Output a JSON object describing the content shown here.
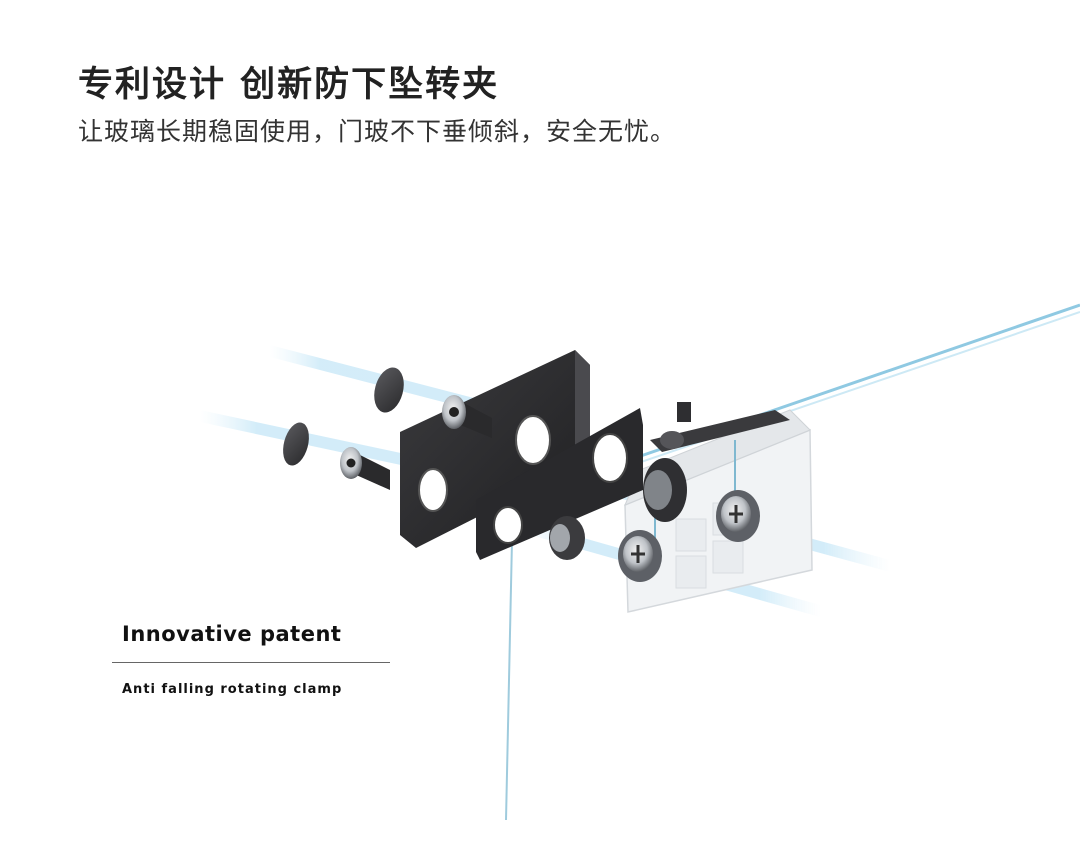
{
  "header": {
    "title": "专利设计 创新防下坠转夹",
    "subtitle": "让玻璃长期稳固使用，门玻不下垂倾斜，安全无忧。"
  },
  "caption": {
    "title": "Innovative patent",
    "subtitle": "Anti falling rotating clamp"
  },
  "illustration": {
    "subject": "exploded view of glass door rotating clamp with screws, plates and glass panel",
    "icons": [
      "screw-cap-icon",
      "countersunk-screw-icon",
      "metal-plate-icon",
      "clamp-body-icon"
    ]
  },
  "colors": {
    "plate": "#2b2b2d",
    "glass": "#9fd3e8",
    "light_beam": "#bfe4f6",
    "text_dark": "#222222"
  }
}
